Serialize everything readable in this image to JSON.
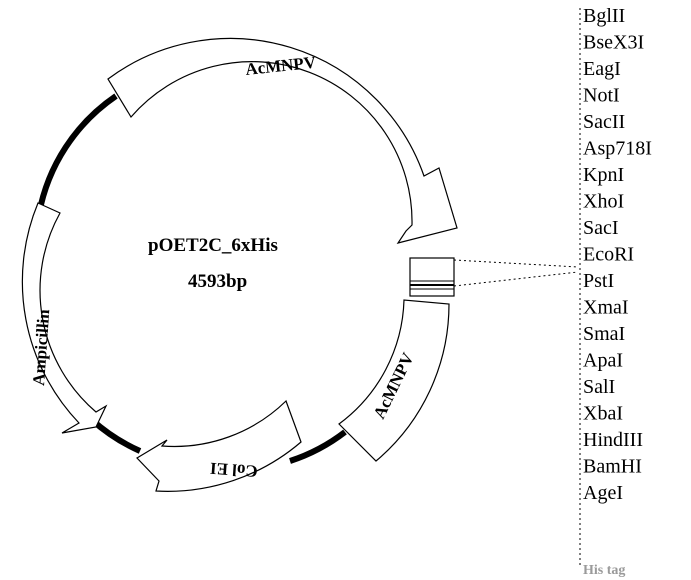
{
  "plasmid": {
    "name": "pOET2C_6xHis",
    "size": "4593bp"
  },
  "features": [
    {
      "id": "acmnpv-top",
      "label": "AcMNPV"
    },
    {
      "id": "acmnpv-right",
      "label": "AcMNPV"
    },
    {
      "id": "col-e1",
      "label": "Col EI"
    },
    {
      "id": "ampicillin",
      "label": "Ampicillin"
    }
  ],
  "restriction_sites": [
    "BglII",
    "BseX3I",
    "EagI",
    "NotI",
    "SacII",
    "Asp718I",
    "KpnI",
    "XhoI",
    "SacI",
    "EcoRI",
    "PstI",
    "XmaI",
    "SmaI",
    "ApaI",
    "SalI",
    "XbaI",
    "HindIII",
    "BamHI",
    "AgeI"
  ],
  "tag_label": "His tag",
  "colors": {
    "backbone": "#000000",
    "tag": "#9a9a9a"
  }
}
